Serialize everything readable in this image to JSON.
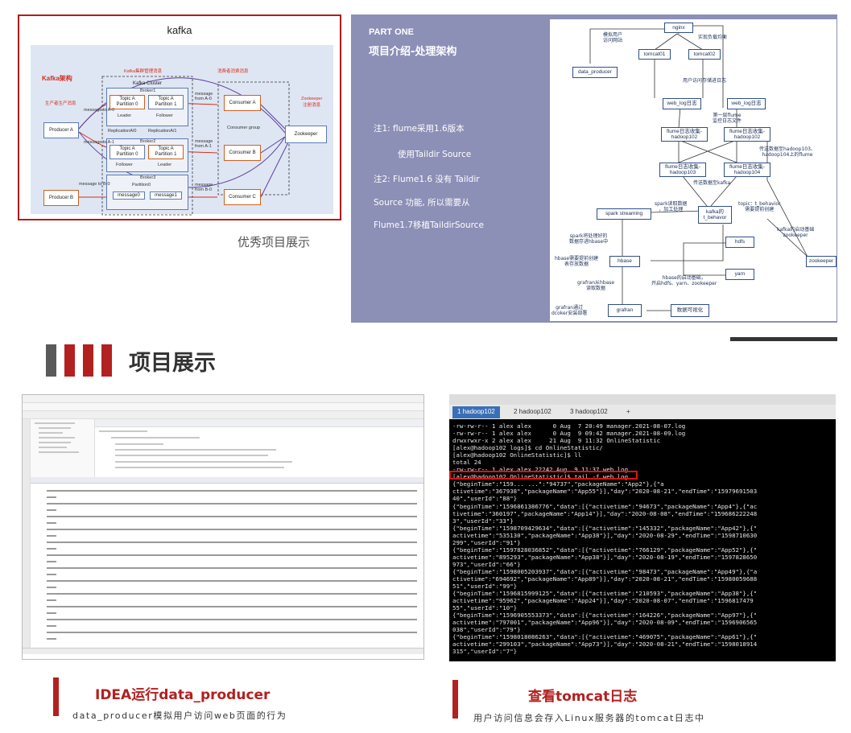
{
  "kafka_panel": {
    "title": "kafka",
    "arch_label": "Kafka架构",
    "cluster_label": "Kafka集群管理消息",
    "producer_group_label": "生产者生产消息",
    "consumer_group_label": "消费者消费消息",
    "zookeeper_note": "Zookeeper\n注册消息",
    "cluster_title": "Kafka Cluster",
    "broker1": "Broker1",
    "broker2": "Broker2",
    "broker3": "Broker3",
    "topicA_p0": "Topic A\nPartition 0",
    "topicA_p1": "Topic A\nPartition 1",
    "topicA_p0b": "Topic A\nPartition 0",
    "topicA_p1b": "Topic A\nPartition 1",
    "leader": "Leader",
    "follower": "Follower",
    "follower2": "Follower",
    "leader2": "Leader",
    "replication_a0": "ReplicationA/0",
    "replication_a1": "ReplicationA/1",
    "partition0": "Partition0",
    "message0": "message0",
    "message1": "message1",
    "producer_a": "Producer A",
    "producer_b": "Producer B",
    "msg_to_a0": "message to A-0",
    "msg_to_a1": "message to A-1",
    "msg_to_b0": "message to B-0",
    "consumer_a": "Consumer A",
    "consumer_b": "Consumer B",
    "consumer_c": "Consumer C",
    "consumer_group": "Consumer group",
    "msg_from_a0": "message\nfrom A-0",
    "msg_from_a1": "message\nfrom A-1",
    "msg_from_b0": "message\nfrom B-0",
    "zookeeper": "Zookeeper",
    "caption": "优秀项目展示"
  },
  "arch_panel": {
    "part": "PART ONE",
    "title": "项目介绍-处理架构",
    "note1": "注1:  flume采用1.6版本",
    "note1b": "使用Taildir Source",
    "note2": "注2:  Flume1.6 没有 Taildir",
    "note2b": "Source  功能, 所以需要从",
    "note2c": "Flume1.7移植TaildirSource",
    "nginx": "nginx",
    "tomcat01": "tomcat01",
    "tomcat02": "tomcat02",
    "data_producer": "data_producer",
    "weblog1": "web_log日志",
    "weblog2": "web_log日志",
    "flume102a": "flume日志收集-\nhadoop102",
    "flume102b": "flume日志收集-\nhadoop102",
    "flume103": "flume日志收集-\nhadoop103",
    "flume104": "flume日志收集-\nhadoop104",
    "kafka": "kafka的\nt_behavor",
    "spark": "spark streaming",
    "hdfs": "hdfs",
    "hbase": "hbase",
    "yarn": "yarn",
    "zookeeper": "zookeeper",
    "grafana": "grafran",
    "visual": "数据可视化",
    "l_sim": "模拟用户\n访问网站",
    "l_lb": "实现负载均衡",
    "l_store": "用户访问存储进日志",
    "l_flume1": "第一层flume\n监控日志文件",
    "l_send": "传送数据至hadoop103、\nhadoop104上的flume",
    "l_tokafka": "传送数据至kafka",
    "l_sparkread": "spark读取数据\n，加工处理",
    "l_topic": "topic：t_behavior\n需要提前创建",
    "l_kafkazk": "kafka的启动基础\nzookeeper",
    "l_sparkhb": "spark将处理好的\n数据存进hbase中",
    "l_hbcreate": "hbase需要提前创建\n表存放数据",
    "l_hbstart": "hbase的启动基础，\n开启hdfs、yarn、zookeeper",
    "l_grafread": "grafran从hbase\n读取数据",
    "l_grafdocker": "grafran通过\ndcoker安装部署"
  },
  "section": {
    "title": "项目展示"
  },
  "terminal": {
    "tab1": "1 hadoop102",
    "tab2": "2 hadoop102",
    "tab3": "3 hadoop102",
    "tab_add": "+",
    "text": "-rw-rw-r-- 1 alex alex      0 Aug  7 20:49 manager.2021-08-07.log\n-rw-rw-r-- 1 alex alex      0 Aug  9 09:42 manager.2021-08-09.log\ndrwxrwxr-x 2 alex alex     21 Aug  9 11:32 OnlineStatistic\n[alex@hadoop102 logs]$ cd OnlineStatistic/\n[alex@hadoop102 OnlineStatistic]$ ll\ntotal 24\n-rw-rw-r-- 1 alex alex 22242 Aug  9 11:37 web.log\n[alex@hadoop102 OnlineStatistic]$ tail -f web.log\n{\"beginTime\":\"159... ...\":\"94737\",\"packageName\":\"App2\"},{\"a\nctivetime\":\"367938\",\"packageName\":\"App55\"}],\"day\":\"2020-08-21\",\"endTime\":\"15979691503\n40\",\"userId\":\"88\"}\n{\"beginTime\":\"1596861386776\",\"data\":[{\"activetime\":\"94673\",\"packageName\":\"App4\"},{\"ac\ntivetime\":\"360197\",\"packageName\":\"App14\"}],\"day\":\"2020-08-08\",\"endTime\":\"159686222248\n3\",\"userId\":\"33\"}\n{\"beginTime\":\"1598709429634\",\"data\":[{\"activetime\":\"145332\",\"packageName\":\"App42\"},{\"\nactivetime\":\"535130\",\"packageName\":\"App38\"}],\"day\":\"2020-08-29\",\"endTime\":\"1598710630\n299\",\"userId\":\"91\"}\n{\"beginTime\":\"1597828036852\",\"data\":[{\"activetime\":\"766129\",\"packageName\":\"App52\"},{\"\nactivetime\":\"895293\",\"packageName\":\"App38\"}],\"day\":\"2020-08-19\",\"endTime\":\"1597828650\n973\",\"userId\":\"66\"}\n{\"beginTime\":\"1598005203937\",\"data\":[{\"activetime\":\"98473\",\"packageName\":\"App49\"},{\"a\nctivetime\":\"694692\",\"packageName\":\"App89\"}],\"day\":\"2020-08-21\",\"endTime\":\"15980059688\n51\",\"userId\":\"99\"}\n{\"beginTime\":\"1596815999125\",\"data\":[{\"activetime\":\"210593\",\"packageName\":\"App38\"},{\"\nactivetime\":\"95962\",\"packageName\":\"App24\"}],\"day\":\"2020-08-07\",\"endTime\":\"1596817479\n55\",\"userId\":\"10\"}\n{\"beginTime\":\"1596905553373\",\"data\":[{\"activetime\":\"164226\",\"packageName\":\"App97\"},{\"\nactivetime\":\"797001\",\"packageName\":\"App96\"}],\"day\":\"2020-08-09\",\"endTime\":\"1596906565\n038\",\"userId\":\"79\"}\n{\"beginTime\":\"1598018086263\",\"data\":[{\"activetime\":\"469075\",\"packageName\":\"App61\"},{\"\nactivetime\":\"299103\",\"packageName\":\"App73\"}],\"day\":\"2020-08-21\",\"endTime\":\"1598018914\n315\",\"userId\":\"7\"}"
  },
  "captions": {
    "left_title": "IDEA运行data_producer",
    "left_sub": "data_producer模拟用户访问web页面的行为",
    "right_title": "查看tomcat日志",
    "right_sub": "用户访问信息会存入Linux服务器的tomcat日志中"
  },
  "colors": {
    "accent_red": "#b32020",
    "panel_purple": "#8c8fb6"
  }
}
